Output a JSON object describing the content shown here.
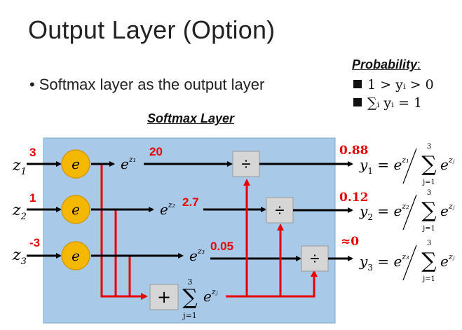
{
  "title": "Output Layer (Option)",
  "bullet": "Softmax layer as the output layer",
  "probability": {
    "heading": "Probability",
    "items": [
      "1 > yᵢ > 0",
      "∑ᵢ yᵢ = 1"
    ]
  },
  "softmax_label": "Softmax Layer",
  "inputs": [
    {
      "name": "z",
      "sub": "1",
      "value": "3"
    },
    {
      "name": "z",
      "sub": "2",
      "value": "1"
    },
    {
      "name": "z",
      "sub": "3",
      "value": "-3"
    }
  ],
  "exp_node_label": "e",
  "exp_outputs": [
    {
      "sup": "z₁",
      "value": "20"
    },
    {
      "sup": "z₂",
      "value": "2.7"
    },
    {
      "sup": "z₃",
      "value": "0.05"
    }
  ],
  "divide_symbol": "÷",
  "plus_symbol": "+",
  "sum_label": {
    "sigma": "∑",
    "upper": "3",
    "lower": "j=1",
    "term": "e",
    "term_sup": "zⱼ"
  },
  "outputs": [
    {
      "name": "y",
      "sub": "1",
      "value": "0.88",
      "num_sup": "z₁"
    },
    {
      "name": "y",
      "sub": "2",
      "value": "0.12",
      "num_sup": "z₂"
    },
    {
      "name": "y",
      "sub": "3",
      "value": "≈0",
      "num_sup": "z₃"
    }
  ],
  "colors": {
    "box": "#a9c9e8",
    "node": "#f5b800",
    "red": "#e60000",
    "op_box": "#d6d6d6"
  }
}
